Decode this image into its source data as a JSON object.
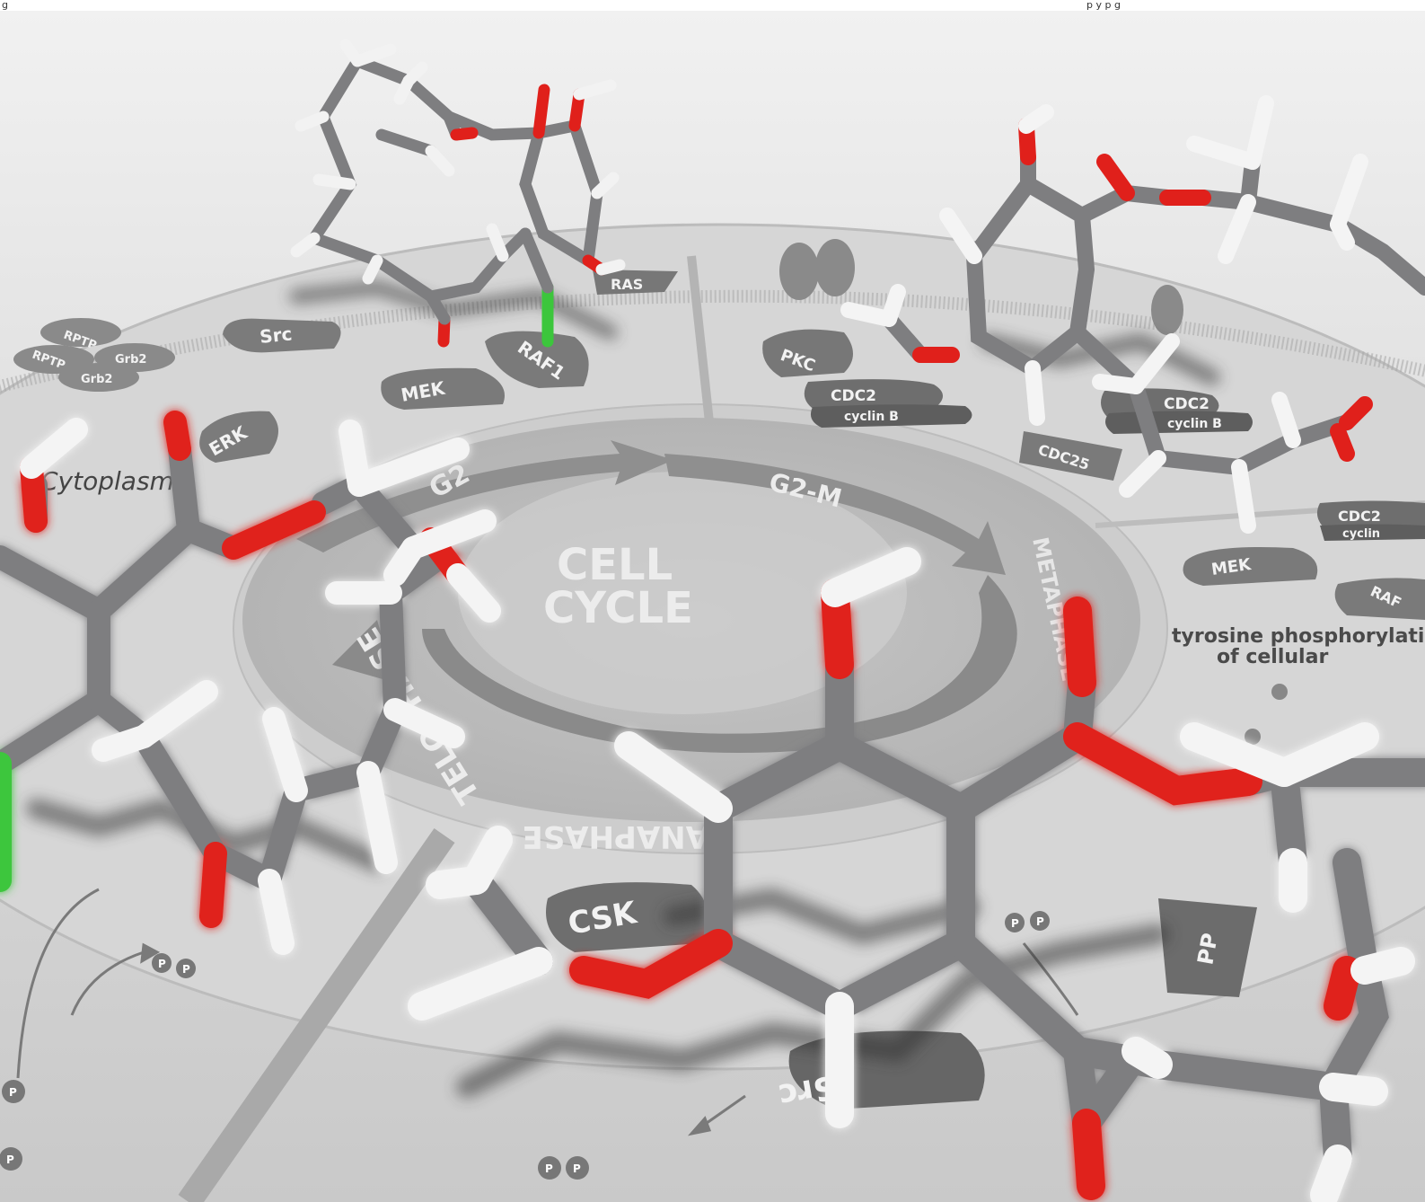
{
  "header": {
    "left": "g",
    "right": "p     y    p g"
  },
  "diagram": {
    "center_title_line1": "CELL",
    "center_title_line2": "CYCLE",
    "phase_g2": "G2",
    "phase_g2m": "G2-M",
    "phase_metaphase": "METAPHASE",
    "phase_anaphase": "ANAPHASE",
    "phase_telophase": "TELOPHASE",
    "region_cytoplasm": "Cytoplasm",
    "caption_line1": "tyrosine phosphorylation",
    "caption_line2": "of cellular",
    "proteins": {
      "src_top": "Src",
      "ras": "RAS",
      "raf1": "RAF1",
      "mek_left": "MEK",
      "erk": "ERK",
      "rptp_a": "RPTP",
      "grb2_a": "Grb2",
      "rptp_b": "RPTP",
      "grb2_b": "Grb2",
      "pkc": "PKC",
      "cdc2_a": "CDC2",
      "cyclin_a": "cyclin B",
      "cdc2_b": "CDC2",
      "cyclin_b": "cyclin B",
      "cdc25": "CDC25",
      "cdc2_c": "CDC2",
      "cyclin_c": "cyclin",
      "mek_right": "MEK",
      "raf_right": "RAF",
      "csk": "CSK",
      "src_bottom": "Src",
      "pp": "PP",
      "p": "P"
    }
  },
  "colors": {
    "background": "#dcdcdc",
    "carbon": "#7d7d7f",
    "oxygen": "#e0201b",
    "hydrogen": "#f4f4f4",
    "chlorine": "#3cc63c"
  }
}
